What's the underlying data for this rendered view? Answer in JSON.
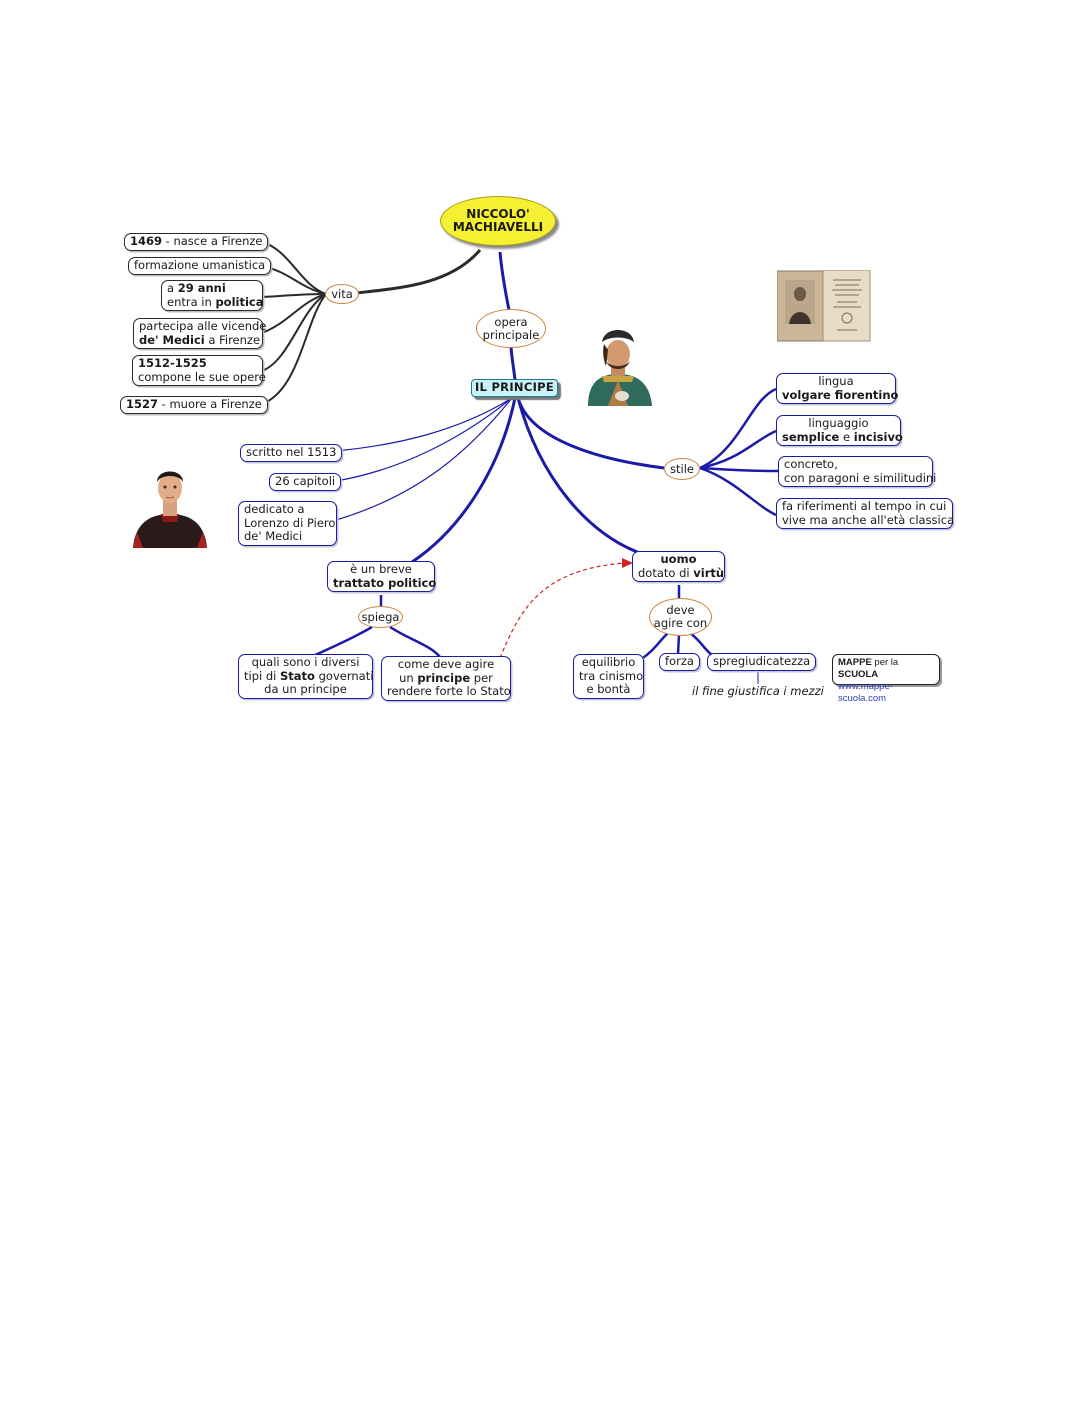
{
  "root": {
    "line1": "NICCOLO'",
    "line2": "MACHIAVELLI"
  },
  "links": {
    "vita": "vita",
    "opera_1": "opera",
    "opera_2": "principale",
    "stile": "stile",
    "spiega": "spiega",
    "deve_1": "deve",
    "deve_2": "agire con"
  },
  "vita_items": {
    "birth_year": "1469",
    "birth_text": " - nasce a Firenze",
    "formazione": "formazione umanistica",
    "age_pre": "a ",
    "age_bold": "29 anni",
    "age_line2_pre": "entra in ",
    "age_line2_bold": "politica",
    "medici_line1": "partecipa alle vicende",
    "medici_bold": "de' Medici",
    "medici_post": " a Firenze",
    "works_years": "1512-1525",
    "works_text": "compone le sue opere",
    "death_year": "1527",
    "death_text": " - muore a Firenze"
  },
  "principe": {
    "title": "IL PRINCIPE",
    "scritto": "scritto nel 1513",
    "capitoli": "26 capitoli",
    "dedicato_1": "dedicato a",
    "dedicato_2": "Lorenzo di Piero",
    "dedicato_3": "de' Medici",
    "trattato_1": "è un breve",
    "trattato_2": "trattato politico",
    "tipi_1": "quali sono i diversi",
    "tipi_2_pre": "tipi di ",
    "tipi_2_bold": "Stato",
    "tipi_2_post": " governati",
    "tipi_3": "da un principe",
    "come_1": "come deve agire",
    "come_2_pre": "un ",
    "come_2_bold": "principe",
    "come_2_post": " per",
    "come_3": "rendere forte lo Stato",
    "uomo_1": "uomo",
    "uomo_2_pre": "dotato di ",
    "uomo_2_bold": "virtù",
    "equilibrio_1": "equilibrio",
    "equilibrio_2": "tra cinismo",
    "equilibrio_3": "e bontà",
    "forza": "forza",
    "spregiudicatezza": "spregiudicatezza",
    "fine": "il fine giustifica i mezzi"
  },
  "stile_items": {
    "lingua_1": "lingua",
    "lingua_2": "volgare fiorentino",
    "linguaggio_1": "linguaggio",
    "linguaggio_2a": "semplice",
    "linguaggio_2b": " e ",
    "linguaggio_2c": "incisivo",
    "concreto_1": "concreto,",
    "concreto_2": "con paragoni e similitudini",
    "riferimenti_1": "fa riferimenti al tempo in cui",
    "riferimenti_2": "vive ma anche all'età classica"
  },
  "brand": {
    "mappe": "MAPPE",
    "per_la": " per la ",
    "scuola": "SCUOLA",
    "url": "www.mappe-scuola.com"
  },
  "colors": {
    "blue_link": "#1b1ba8",
    "black_link": "#2b2b2b",
    "root_fill": "#f5f032",
    "title_fill": "#c8f2f7",
    "dashed_arrow": "#d42020"
  }
}
